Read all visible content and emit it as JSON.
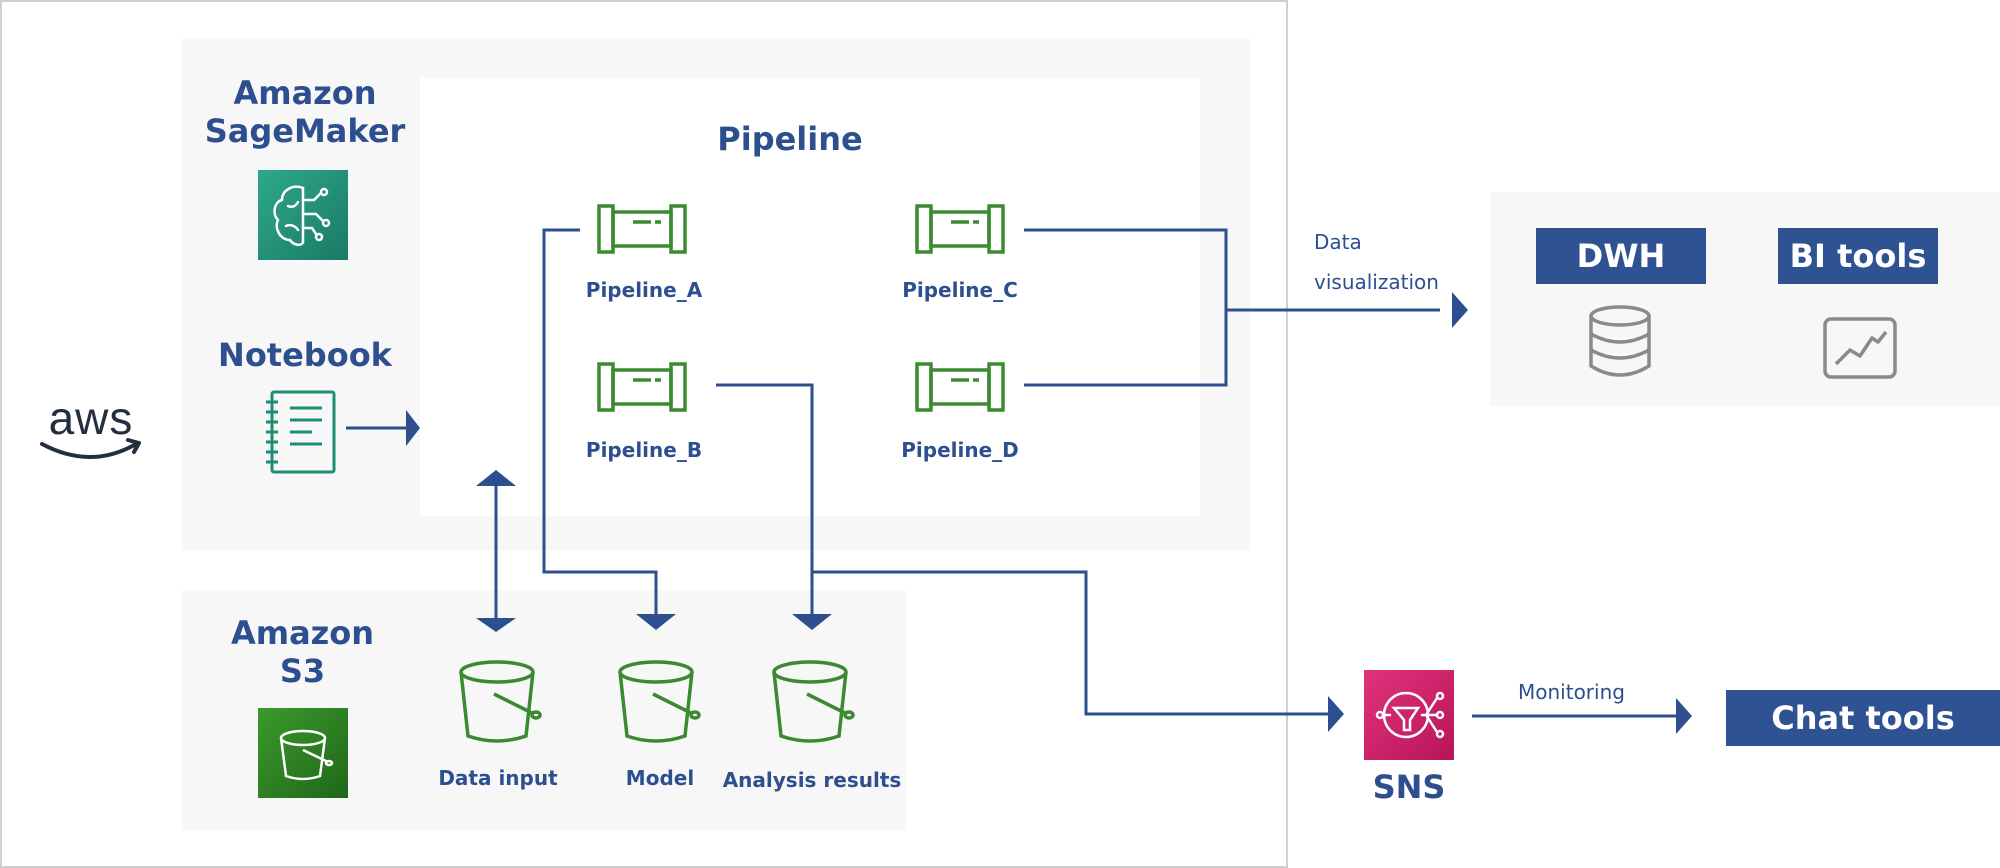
{
  "provider": {
    "logo": "aws"
  },
  "sagemaker": {
    "title_line1": "Amazon",
    "title_line2": "SageMaker",
    "icon": "sagemaker-icon"
  },
  "notebook": {
    "title": "Notebook",
    "icon": "notebook-icon"
  },
  "pipeline": {
    "title": "Pipeline",
    "items": [
      {
        "label": "Pipeline_A"
      },
      {
        "label": "Pipeline_B"
      },
      {
        "label": "Pipeline_C"
      },
      {
        "label": "Pipeline_D"
      }
    ]
  },
  "s3": {
    "title_line1": "Amazon",
    "title_line2": "S3",
    "buckets": [
      {
        "label": "Data input"
      },
      {
        "label": "Model"
      },
      {
        "label": "Analysis results"
      }
    ]
  },
  "visualization": {
    "edge_line1": "Data",
    "edge_line2": "visualization",
    "dwh": "DWH",
    "bi": "BI tools"
  },
  "notification": {
    "sns": "SNS",
    "edge": "Monitoring",
    "chat": "Chat tools"
  },
  "colors": {
    "accent": "#2e4f8f",
    "tag": "#2f5293",
    "pipeline_green": "#3a8a2f",
    "sagemaker_teal": "#1f8c74",
    "s3_green": "#2f7d20",
    "sns_pink": "#d2226a",
    "panel": "#f7f7f7"
  }
}
